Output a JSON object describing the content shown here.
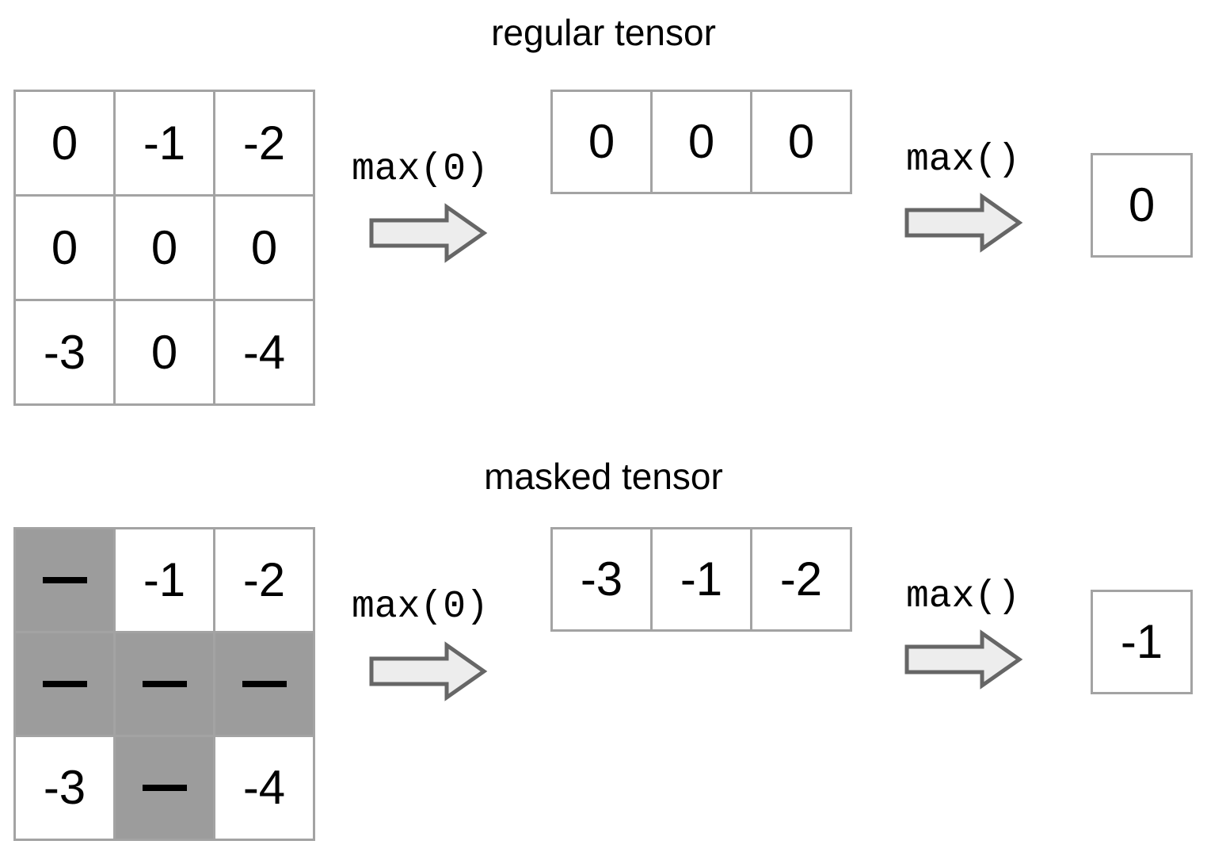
{
  "figure": {
    "background_color": "#ffffff",
    "grid_border_color": "#a3a3a3",
    "mask_fill_color": "#9c9c9c",
    "arrow_fill_color": "#ededed",
    "arrow_stroke_color": "#666666",
    "text_color": "#000000",
    "mask_symbol": "—"
  },
  "sections": [
    {
      "id": "regular",
      "title": "regular tensor",
      "input": {
        "label": "input-tensor-3x3",
        "rows": [
          [
            {
              "value": "0",
              "masked": false
            },
            {
              "value": "-1",
              "masked": false
            },
            {
              "value": "-2",
              "masked": false
            }
          ],
          [
            {
              "value": "0",
              "masked": false
            },
            {
              "value": "0",
              "masked": false
            },
            {
              "value": "0",
              "masked": false
            }
          ],
          [
            {
              "value": "-3",
              "masked": false
            },
            {
              "value": "0",
              "masked": false
            },
            {
              "value": "-4",
              "masked": false
            }
          ]
        ]
      },
      "op1": {
        "label": "max(0)"
      },
      "intermediate": {
        "label": "reduced-tensor-1x3",
        "cells": [
          {
            "value": "0",
            "masked": false
          },
          {
            "value": "0",
            "masked": false
          },
          {
            "value": "0",
            "masked": false
          }
        ]
      },
      "op2": {
        "label": "max()"
      },
      "result": {
        "label": "scalar-result",
        "cells": [
          {
            "value": "0",
            "masked": false
          }
        ]
      }
    },
    {
      "id": "masked",
      "title": "masked tensor",
      "input": {
        "label": "input-tensor-3x3",
        "rows": [
          [
            {
              "value": "—",
              "masked": true
            },
            {
              "value": "-1",
              "masked": false
            },
            {
              "value": "-2",
              "masked": false
            }
          ],
          [
            {
              "value": "—",
              "masked": true
            },
            {
              "value": "—",
              "masked": true
            },
            {
              "value": "—",
              "masked": true
            }
          ],
          [
            {
              "value": "-3",
              "masked": false
            },
            {
              "value": "—",
              "masked": true
            },
            {
              "value": "-4",
              "masked": false
            }
          ]
        ]
      },
      "op1": {
        "label": "max(0)"
      },
      "intermediate": {
        "label": "reduced-tensor-1x3",
        "cells": [
          {
            "value": "-3",
            "masked": false
          },
          {
            "value": "-1",
            "masked": false
          },
          {
            "value": "-2",
            "masked": false
          }
        ]
      },
      "op2": {
        "label": "max()"
      },
      "result": {
        "label": "scalar-result",
        "cells": [
          {
            "value": "-1",
            "masked": false
          }
        ]
      }
    }
  ]
}
